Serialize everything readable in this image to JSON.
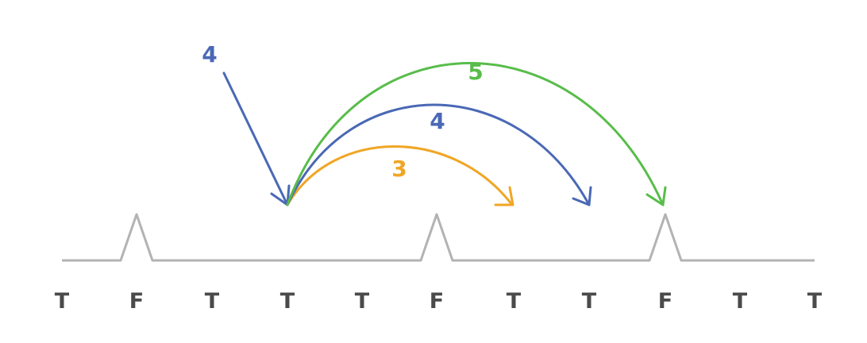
{
  "colors": {
    "track": "#b3b3b3",
    "tick_text": "#4a4a4a",
    "blue": "#4a68b5",
    "orange": "#f0a625",
    "green": "#58bd4a"
  },
  "ticks": [
    "T",
    "F",
    "T",
    "T",
    "T",
    "F",
    "T",
    "T",
    "F",
    "T",
    "T"
  ],
  "jumps": {
    "incoming_label": "4",
    "short_label": "3",
    "medium_label": "4",
    "long_label": "5"
  }
}
